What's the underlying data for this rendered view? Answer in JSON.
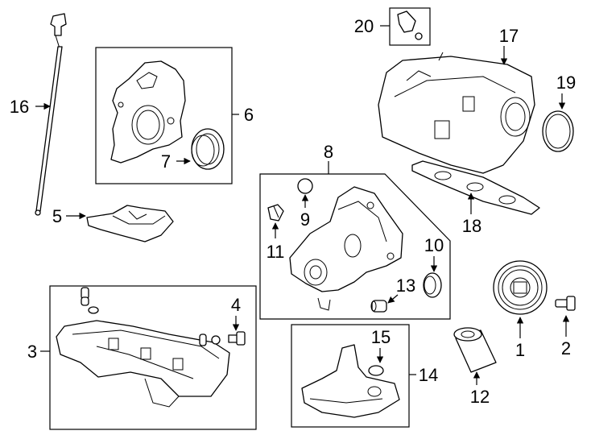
{
  "callouts": {
    "c1": "1",
    "c2": "2",
    "c3": "3",
    "c4": "4",
    "c5": "5",
    "c6": "6",
    "c7": "7",
    "c8": "8",
    "c9": "9",
    "c10": "10",
    "c11": "11",
    "c12": "12",
    "c13": "13",
    "c14": "14",
    "c15": "15",
    "c16": "16",
    "c17": "17",
    "c18": "18",
    "c19": "19",
    "c20": "20"
  },
  "parts": {
    "p1": "crankshaft-pulley",
    "p2": "pulley-bolt",
    "p3": "oil-pan",
    "p4": "drain-plug",
    "p5": "baffle-plate",
    "p6": "timing-cover",
    "p7": "cover-seal",
    "p8": "oil-pump",
    "p9": "o-ring",
    "p10": "front-seal",
    "p11": "relief-valve",
    "p12": "oil-filter",
    "p13": "filter-adapter",
    "p14": "oil-strainer",
    "p15": "strainer-o-ring",
    "p16": "dipstick",
    "p17": "intake-manifold",
    "p18": "manifold-gasket",
    "p19": "throttle-gasket",
    "p20": "pcv-valve"
  }
}
